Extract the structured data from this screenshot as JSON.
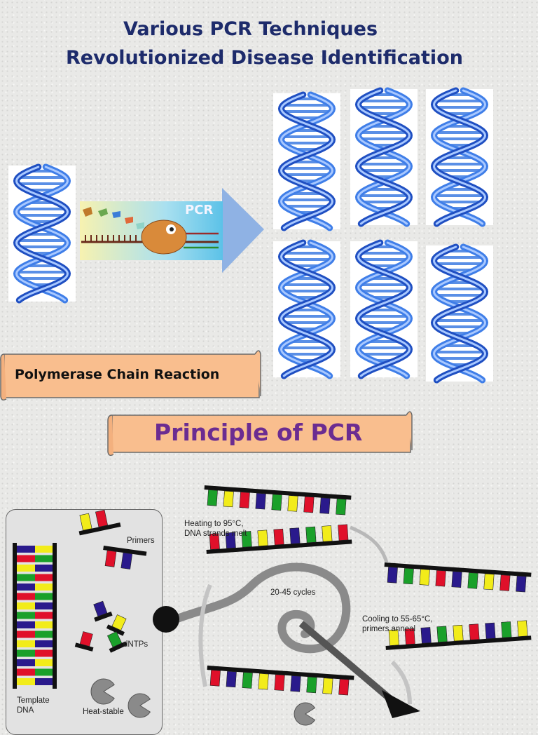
{
  "title": {
    "line1": "Various PCR Techniques",
    "line2": "Revolutionized Disease Identification"
  },
  "pcr_arrow_label": "PCR",
  "banners": {
    "pcr_name": "Polymerase Chain Reaction",
    "principle": "Principle of PCR"
  },
  "diagram": {
    "primers": "Primers",
    "dntps": "dNTPs",
    "template_line1": "Template",
    "template_line2": "DNA",
    "heat_stable": "Heat-stable",
    "heating_line1": "Heating to 95°C,",
    "heating_line2": "DNA strands melt",
    "cycles": "20-45 cycles",
    "cooling_line1": "Cooling to 55-65°C,",
    "cooling_line2": "primers anneal"
  },
  "colors": {
    "title": "#1d2b6b",
    "banner_fill": "#f9be8e",
    "principle_text": "#6b2c91",
    "helix_blue": "#2b5fd4",
    "arrow_blue": "#8fb2e4",
    "base_green": "#1aa02a",
    "base_navy": "#2a1a8c",
    "base_red": "#e0102a",
    "base_yellow": "#f2ec1a"
  }
}
